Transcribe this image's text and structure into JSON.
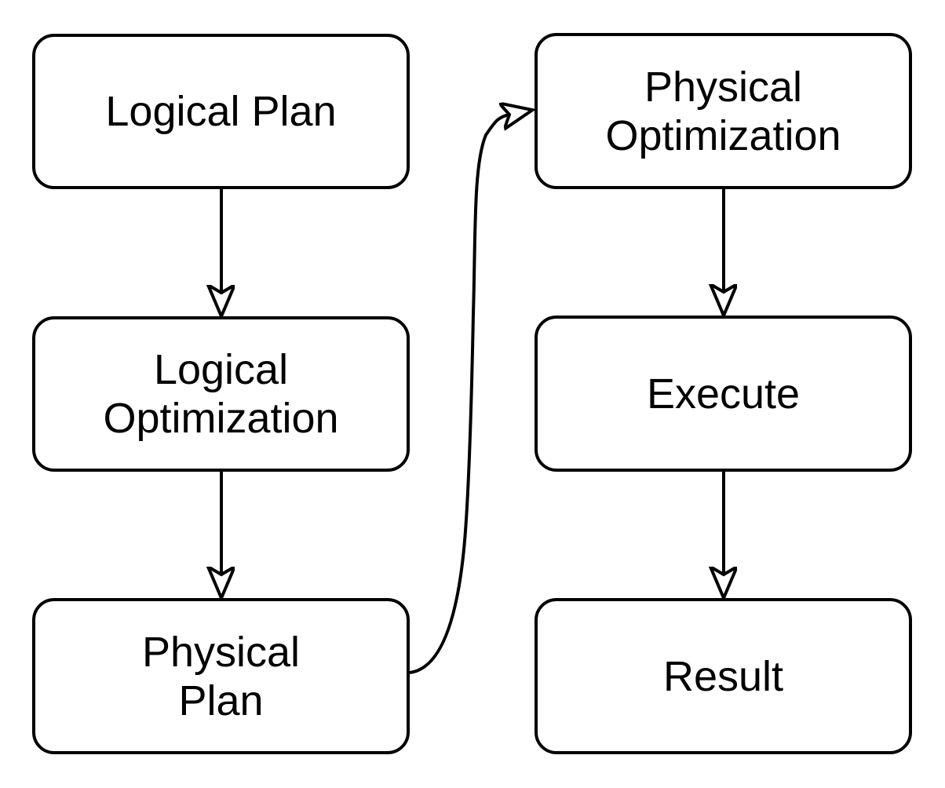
{
  "diagram": {
    "type": "flowchart",
    "colors": {
      "node_fill": "#ffffff",
      "node_stroke": "#000000",
      "edge_stroke": "#000000",
      "text": "#000000",
      "background": "#ffffff"
    },
    "nodes": [
      {
        "id": "logical-plan",
        "label": "Logical Plan"
      },
      {
        "id": "logical-optimization",
        "label": "Logical\nOptimization"
      },
      {
        "id": "physical-plan",
        "label": "Physical\nPlan"
      },
      {
        "id": "physical-optimization",
        "label": "Physical\nOptimization"
      },
      {
        "id": "execute",
        "label": "Execute"
      },
      {
        "id": "result",
        "label": "Result"
      }
    ],
    "edges": [
      {
        "from": "logical-plan",
        "to": "logical-optimization",
        "style": "straight-down"
      },
      {
        "from": "logical-optimization",
        "to": "physical-plan",
        "style": "straight-down"
      },
      {
        "from": "physical-plan",
        "to": "physical-optimization",
        "style": "curved-right-up"
      },
      {
        "from": "physical-optimization",
        "to": "execute",
        "style": "straight-down"
      },
      {
        "from": "execute",
        "to": "result",
        "style": "straight-down"
      }
    ]
  }
}
